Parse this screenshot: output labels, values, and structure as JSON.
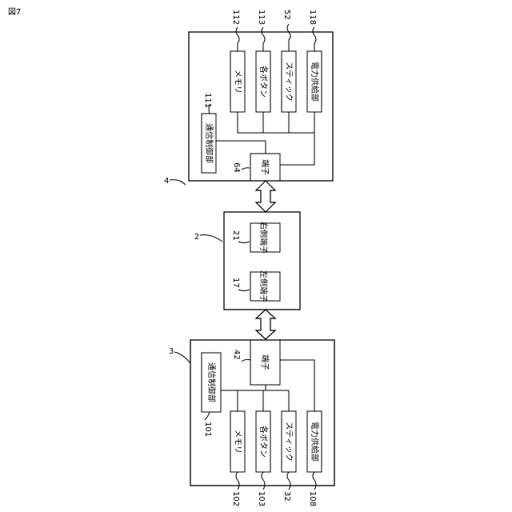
{
  "figure_label": "図7",
  "device_4": {
    "ref": "4",
    "blocks": {
      "comm_control": {
        "label": "通信制御部",
        "ref": "111"
      },
      "memory": {
        "label": "メモリ",
        "ref": "112"
      },
      "buttons": {
        "label": "各ボタン",
        "ref": "113"
      },
      "stick": {
        "label": "スティック",
        "ref": "52"
      },
      "power": {
        "label": "電力供給部",
        "ref": "118"
      },
      "terminal": {
        "label": "端子",
        "ref": "64"
      }
    }
  },
  "device_2": {
    "ref": "2",
    "blocks": {
      "right_terminal": {
        "label": "右側端子",
        "ref": "21"
      },
      "left_terminal": {
        "label": "左側端子",
        "ref": "17"
      }
    }
  },
  "device_3": {
    "ref": "3",
    "blocks": {
      "comm_control": {
        "label": "通信制御部",
        "ref": "101"
      },
      "memory": {
        "label": "メモリ",
        "ref": "102"
      },
      "buttons": {
        "label": "各ボタン",
        "ref": "103"
      },
      "stick": {
        "label": "スティック",
        "ref": "32"
      },
      "power": {
        "label": "電力供給部",
        "ref": "108"
      },
      "terminal": {
        "label": "端子",
        "ref": "42"
      }
    }
  }
}
